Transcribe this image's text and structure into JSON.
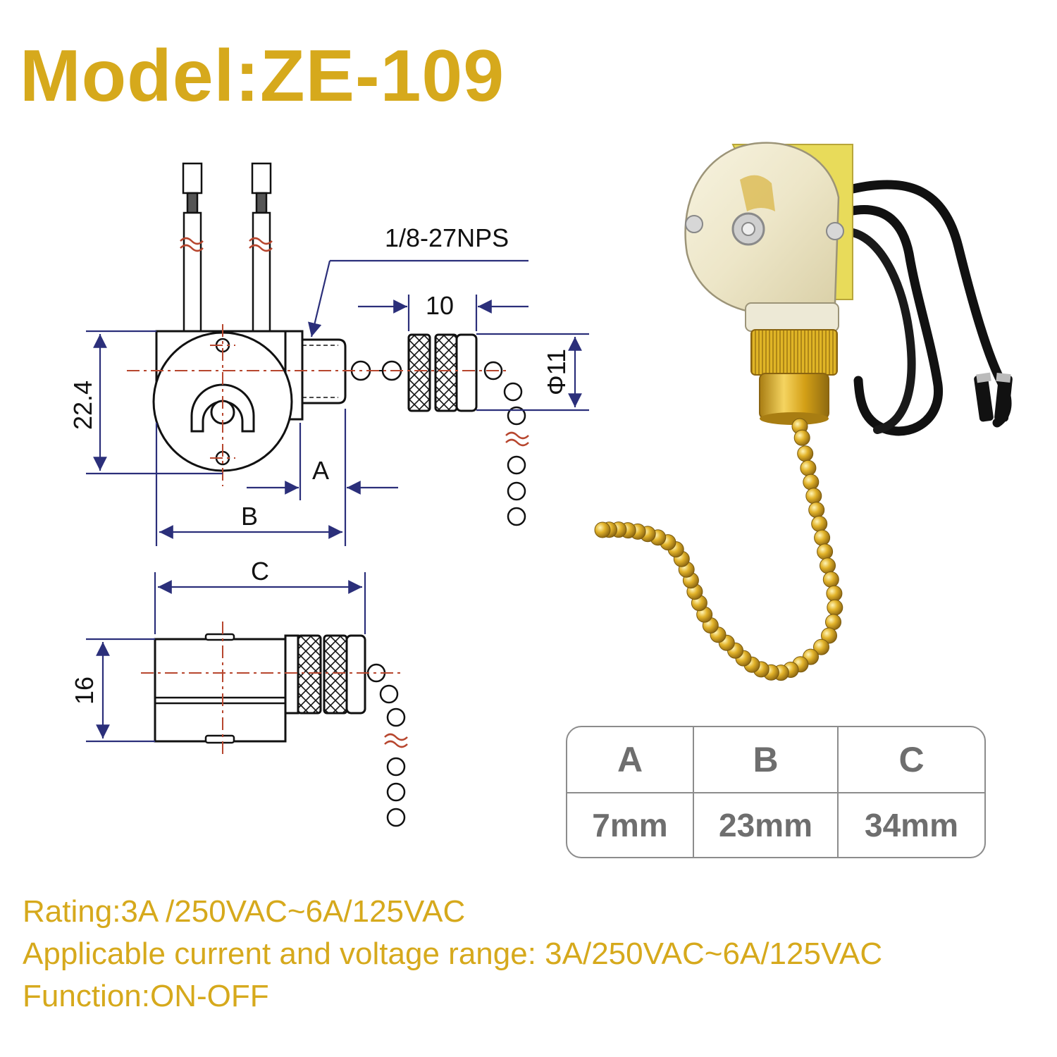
{
  "title": "Model:ZE-109",
  "diagram": {
    "thread_label": "1/8-27NPS",
    "dim_knob_length": "10",
    "dim_knob_diameter": "Φ11",
    "dim_height": "22.4",
    "dim_depth": "16",
    "dim_a": "A",
    "dim_b": "B",
    "dim_c": "C"
  },
  "dimension_table": {
    "headers": [
      "A",
      "B",
      "C"
    ],
    "values": [
      "7mm",
      "23mm",
      "34mm"
    ]
  },
  "specs": [
    "Rating:3A /250VAC~6A/125VAC",
    "Applicable current and voltage range: 3A/250VAC~6A/125VAC",
    "Function:ON-OFF"
  ],
  "colors": {
    "title": "#D6A91C",
    "dimension_lines": "#2B2F7A",
    "center_lines": "#B7462E",
    "brass": "#D4A017",
    "table_border": "#8C8C8C",
    "table_text": "#6E6E6E"
  }
}
